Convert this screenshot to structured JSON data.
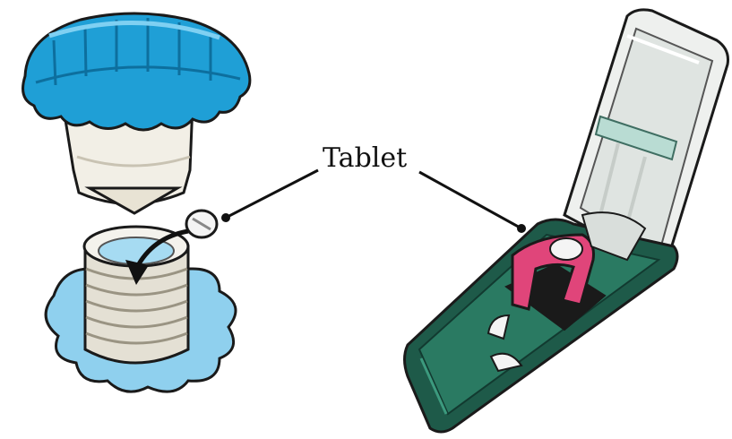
{
  "callout": {
    "label": "Tablet"
  },
  "colors": {
    "crusher_cap": "#1f9fd6",
    "crusher_cap_dark": "#0d6f9e",
    "crusher_body": "#f2efe6",
    "crusher_base_fill": "#8fd0ee",
    "splitter_body": "#1e5a49",
    "splitter_lid": "#eef0ee",
    "splitter_holder": "#e0457a",
    "outline": "#1a1a1a"
  },
  "icons": [
    "pill-crusher",
    "pill-splitter",
    "tablet",
    "curved-arrow"
  ]
}
